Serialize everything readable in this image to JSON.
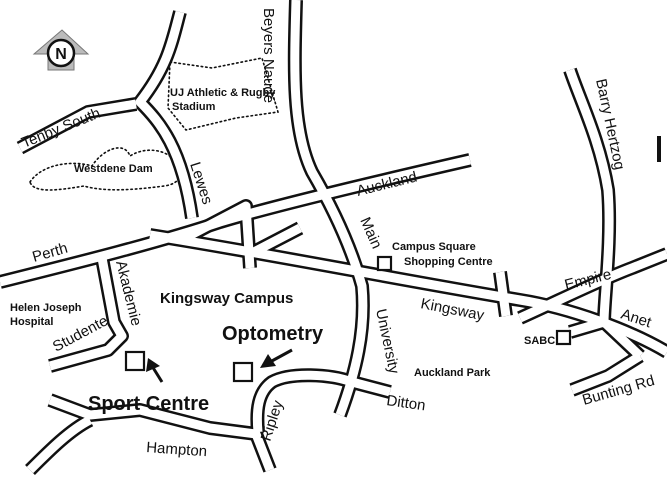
{
  "compass": {
    "label": "N"
  },
  "roads": {
    "tenby_south": "Tenby South",
    "beyers_naude": "Beyers Naudé",
    "barry_hertzog": "Barry Hertzog",
    "lewes": "Lewes",
    "auckland": "Auckland",
    "perth": "Perth",
    "main": "Main",
    "akademie": "Akademie",
    "studente": "Studente",
    "kingsway": "Kingsway",
    "university": "University",
    "empire": "Empire",
    "anet": "Anet",
    "ripley": "Ripley",
    "ditton": "Ditton",
    "hampton": "Hampton",
    "bunting_rd": "Bunting Rd"
  },
  "places": {
    "stadium_line1": "UJ Athletic & Rugby",
    "stadium_line2": "Stadium",
    "westdene_dam": "Westdene Dam",
    "campus_square_line1": "Campus Square",
    "campus_square_line2": "Shopping Centre",
    "helen_joseph_line1": "Helen Joseph",
    "helen_joseph_line2": "Hospital",
    "kingsway_campus": "Kingsway Campus",
    "auckland_park": "Auckland Park",
    "sabc": "SABC",
    "optometry": "Optometry",
    "sport_centre": "Sport Centre"
  }
}
